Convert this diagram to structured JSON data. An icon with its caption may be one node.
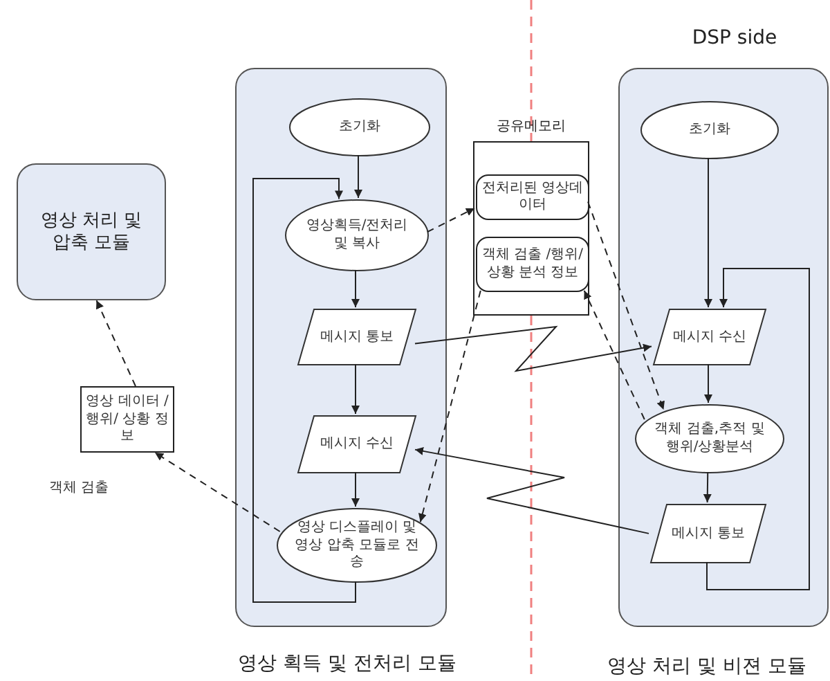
{
  "diagram": {
    "nodes": [
      {
        "text": [
          "영상 획득 및 전처리 모듈"
        ]
      },
      {
        "text": [
          "초기화"
        ],
        "in": 0
      },
      {
        "text": [
          "영상획득/전처리 및 복사"
        ],
        "in": 0
      },
      {
        "text": [
          "메시지 통보"
        ],
        "in": 0
      },
      {
        "text": [
          "메시지 수신"
        ],
        "in": 0
      },
      {
        "text": [
          "영상 디스플레이 및 영상 압축 모듈로 전송"
        ],
        "in": 0
      },
      {
        "text": [
          "공유메모리"
        ]
      },
      {
        "text": [
          "전처리된 영상데이터"
        ],
        "in": 6
      },
      {
        "text": [
          "객체 검출 /행위/ 상황 분석 정보"
        ],
        "in": 6
      },
      {
        "text": [
          "DSP side",
          "영상 처리 및 비젼 모듈"
        ]
      },
      {
        "text": [
          "초기화"
        ],
        "in": 9
      },
      {
        "text": [
          "메시지 수신"
        ],
        "in": 9
      },
      {
        "text": [
          "객체 검출,추적 및 행위/상황분석"
        ],
        "in": 9
      },
      {
        "text": [
          "메시지 통보"
        ],
        "in": 9
      },
      {
        "text": [
          "영상 처리 및 압축 모듈"
        ]
      },
      {
        "text": [
          "영상 데이터 /행위/ 상황 정보"
        ]
      }
    ],
    "edges": [
      {
        "from": 1,
        "to": 2,
        "arrow": "to"
      },
      {
        "from": 2,
        "to": 3,
        "arrow": "to"
      },
      {
        "from": 3,
        "to": 4,
        "arrow": "to"
      },
      {
        "from": 4,
        "to": 5,
        "arrow": "to"
      },
      {
        "from": 5,
        "to": 2,
        "arrow": "to"
      },
      {
        "from": 2,
        "to": 7,
        "arrow": "to",
        "style": "dashed"
      },
      {
        "from": 7,
        "to": 12,
        "arrow": "to",
        "style": "dashed"
      },
      {
        "from": 12,
        "to": 8,
        "arrow": "to",
        "style": "dashed"
      },
      {
        "from": 8,
        "to": 5,
        "arrow": "to",
        "style": "dashed"
      },
      {
        "from": 3,
        "to": 11,
        "arrow": "to"
      },
      {
        "from": 13,
        "to": 4,
        "arrow": "to"
      },
      {
        "from": 10,
        "to": 11,
        "arrow": "to"
      },
      {
        "from": 11,
        "to": 12,
        "arrow": "to"
      },
      {
        "from": 12,
        "to": 13,
        "arrow": "to"
      },
      {
        "from": 13,
        "to": 11,
        "arrow": "to"
      },
      {
        "from": 5,
        "to": 15,
        "arrow": "to",
        "style": "dashed"
      },
      {
        "from": 15,
        "to": 14,
        "arrow": "to",
        "style": "dashed"
      }
    ],
    "labels": [
      "객체 검출"
    ]
  }
}
